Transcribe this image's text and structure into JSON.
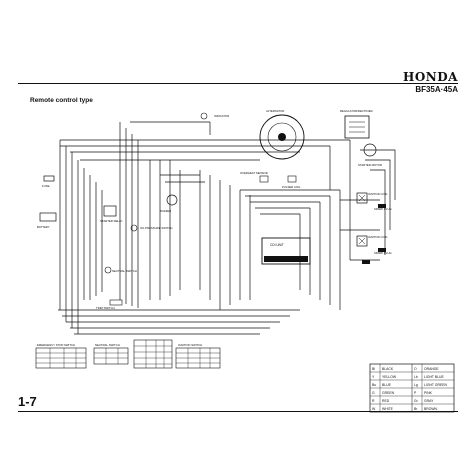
{
  "header": {
    "brand": "HONDA",
    "model": "BF35A·45A"
  },
  "section_title": "Remote control type",
  "page_number": "1-7",
  "color_legend": {
    "rows": [
      {
        "code": "Bl",
        "name": "BLACK",
        "code2": "O",
        "name2": "ORANGE"
      },
      {
        "code": "Y",
        "name": "YELLOW",
        "code2": "Lb",
        "name2": "LIGHT BLUE"
      },
      {
        "code": "Bu",
        "name": "BLUE",
        "code2": "Lg",
        "name2": "LIGHT GREEN"
      },
      {
        "code": "G",
        "name": "GREEN",
        "code2": "P",
        "name2": "PINK"
      },
      {
        "code": "R",
        "name": "RED",
        "code2": "Gr",
        "name2": "GRAY"
      },
      {
        "code": "W",
        "name": "WHITE",
        "code2": "Br",
        "name2": "BROWN"
      }
    ]
  },
  "component_labels": {
    "regulator": "REGULATOR/RECTIFIER",
    "alternator": "ALTERNATOR",
    "cdi_unit": "CDI UNIT",
    "ignition_coil_1": "IGNITION COIL",
    "ignition_coil_2": "IGNITION COIL",
    "spark_plug_1": "SPARK PLUG",
    "spark_plug_2": "SPARK PLUG",
    "starter_motor": "STARTER MOTOR",
    "starter_relay": "STARTER RELAY",
    "fuse": "FUSE",
    "battery": "BATTERY",
    "oil_pressure_switch": "OIL PRESSURE SWITCH",
    "neutral_switch": "NEUTRAL SWITCH",
    "emergency_stop": "EMERGENCY STOP SWITCH",
    "ignition_switch": "IGNITION SWITCH",
    "buzzer": "BUZZER",
    "indicator": "INDICATOR",
    "overheat_sensor": "OVERHEAT SENSOR",
    "pulser": "PULSER COIL",
    "trim_switch": "TRIM SWITCH"
  },
  "switch_tables": {
    "emergency_stop": "EMERGENCY STOP SWITCH",
    "neutral": "NEUTRAL SWITCH",
    "ignition": "IGNITION SWITCH"
  }
}
